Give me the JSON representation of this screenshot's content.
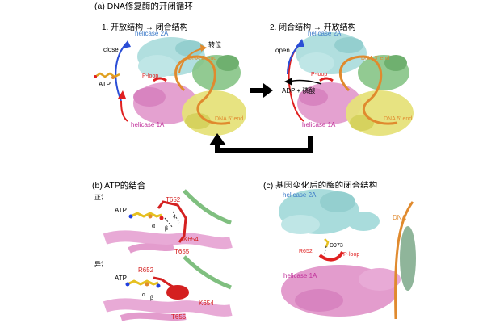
{
  "panel_a": {
    "title": "(a)  DNA修复酶的开闭循环",
    "left": {
      "heading": "1.  开放结构 → 闭合结构",
      "helicase2a": "helicase 2A",
      "helicase1a": "helicase 1A",
      "close": "close",
      "atp": "ATP",
      "ploop": "P-loop",
      "translocation": "转位",
      "dna3": "DNA 3' end",
      "dna5": "DNA 5' end"
    },
    "right": {
      "heading": "2.  闭合结构 → 开放结构",
      "helicase2a": "helicase 2A",
      "helicase1a": "helicase 1A",
      "open": "open",
      "adp": "ADP + 磷酸",
      "ploop": "P-loop",
      "dna3": "DNA 3' end",
      "dna5": "DNA 5' end"
    }
  },
  "panel_b": {
    "title": "(b)  ATP的结合",
    "normal": {
      "label": "正常",
      "atp": "ATP",
      "t652": "T652",
      "k654": "K654",
      "t655": "T655",
      "alpha": "α",
      "beta": "β",
      "gamma": "γ"
    },
    "mutant": {
      "label": "异常",
      "atp": "ATP",
      "r652": "R652",
      "k654": "K654",
      "t655": "T655",
      "alpha": "α",
      "beta": "β"
    }
  },
  "panel_c": {
    "title": "(c)  基因变化后的酶的闭合结构",
    "helicase2a": "helicase 2A",
    "helicase1a": "helicase 1A",
    "dna": "DNA",
    "d973": "D973",
    "r652": "R652",
    "ploop": "P-loop"
  },
  "colors": {
    "cyan": "#a9dcdc",
    "green": "#7fbf7f",
    "pink": "#e39ccd",
    "yellow": "#e6e27a",
    "orange": "#e08a2e",
    "red": "#e02020",
    "blue_label": "#3a78c8",
    "magenta_label": "#c0309a"
  }
}
